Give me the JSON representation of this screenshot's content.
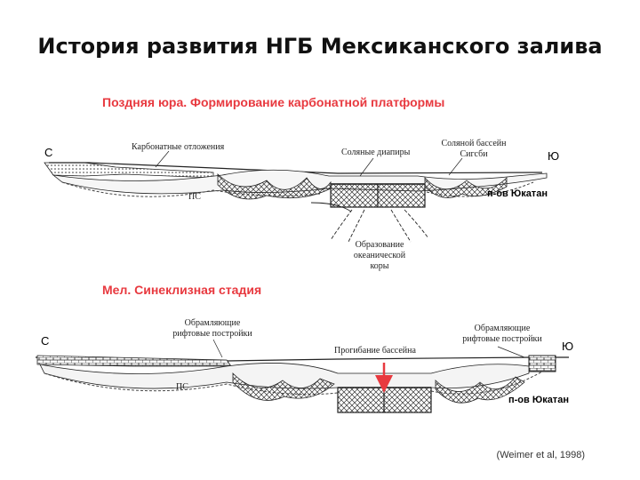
{
  "slide": {
    "title": "История развития НГБ Мексиканского залива",
    "citation": "(Weimer et al, 1998)"
  },
  "stage_late_jurassic": {
    "title": "Поздняя юра. Формирование карбонатной платформы",
    "north": "С",
    "south": "Ю",
    "carbonate_deposits": "Карбонатные отложения",
    "salt_diapirs": "Соляные диапиры",
    "sigsbee_basin_line1": "Соляной бассейн",
    "sigsbee_basin_line2": "Сигсби",
    "ps": "ПС",
    "yucatan": "п-ов Юкатан",
    "ocean_crust_line1": "Образование",
    "ocean_crust_line2": "океанической",
    "ocean_crust_line3": "коры"
  },
  "stage_cretaceous": {
    "title": "Мел. Синеклизная стадия",
    "north": "С",
    "south": "Ю",
    "rift_left_line1": "Обрамляющие",
    "rift_left_line2": "рифтовые постройки",
    "basin_subsidence": "Прогибание бассейна",
    "rift_right_line1": "Обрамляющие",
    "rift_right_line2": "рифтовые постройки",
    "ps": "ПС",
    "yucatan": "п-ов Юкатан"
  },
  "colors": {
    "accent_red": "#e8393f",
    "line": "#222222"
  }
}
